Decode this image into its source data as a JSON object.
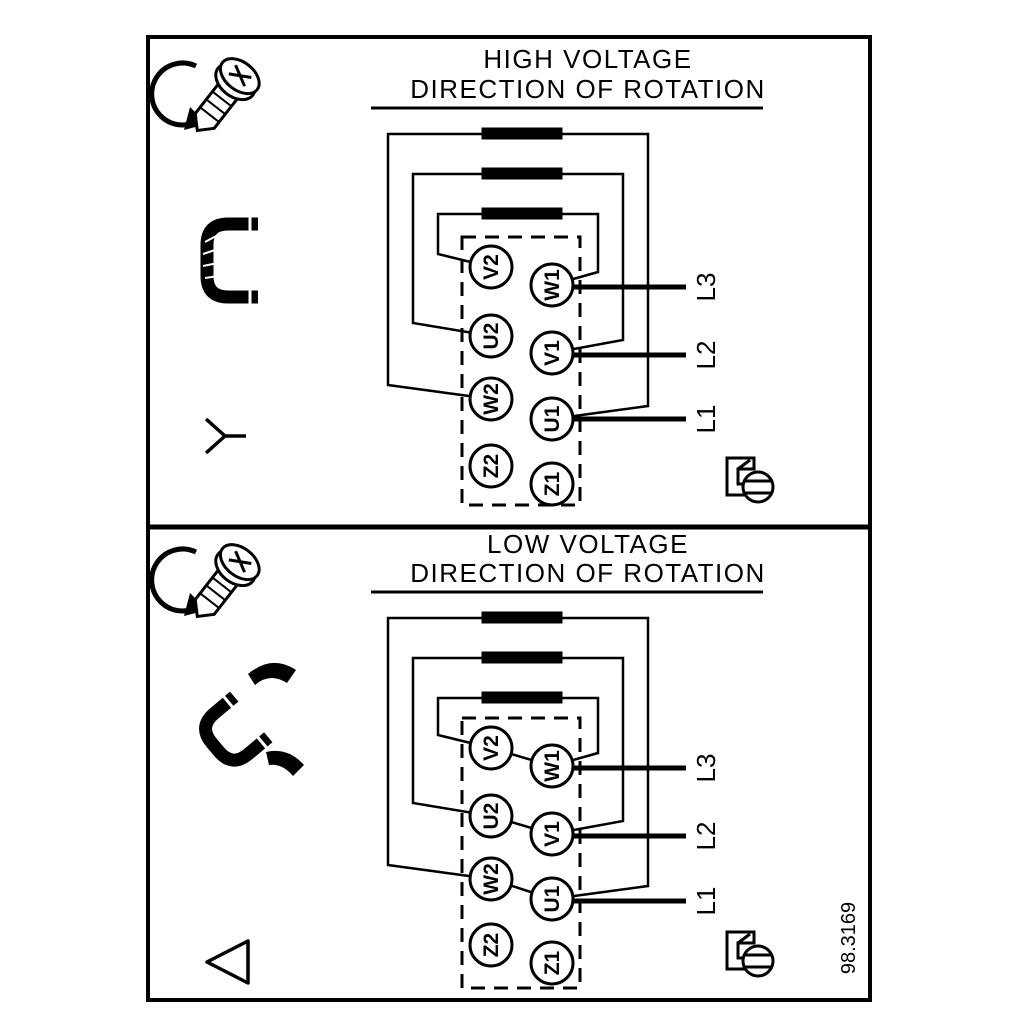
{
  "figure": {
    "number": "98.3169"
  },
  "colors": {
    "ink": "#000000",
    "paper": "#ffffff"
  },
  "icons": {
    "rotation": "screw-with-rotation-arrow-icon",
    "jumper": "terminal-jumper-icon",
    "jumper_move": "jumper-reposition-arrows-icon",
    "terminal_screw": "terminal-screw-clamp-icon",
    "star": "star-connection-symbol",
    "delta": "delta-connection-symbol"
  },
  "high_voltage": {
    "title_line1": "HIGH VOLTAGE",
    "title_line2": "DIRECTION OF ROTATION",
    "connection_symbol": "star",
    "terminals": {
      "left": [
        "V2",
        "U2",
        "W2",
        "Z2"
      ],
      "right": [
        "W1",
        "V1",
        "U1",
        "Z1"
      ]
    },
    "lines": [
      "L3",
      "L2",
      "L1"
    ]
  },
  "low_voltage": {
    "title_line1": "LOW VOLTAGE",
    "title_line2": "DIRECTION OF ROTATION",
    "connection_symbol": "delta",
    "terminals": {
      "left": [
        "V2",
        "U2",
        "W2",
        "Z2"
      ],
      "right": [
        "W1",
        "V1",
        "U1",
        "Z1"
      ]
    },
    "lines": [
      "L3",
      "L2",
      "L1"
    ]
  }
}
